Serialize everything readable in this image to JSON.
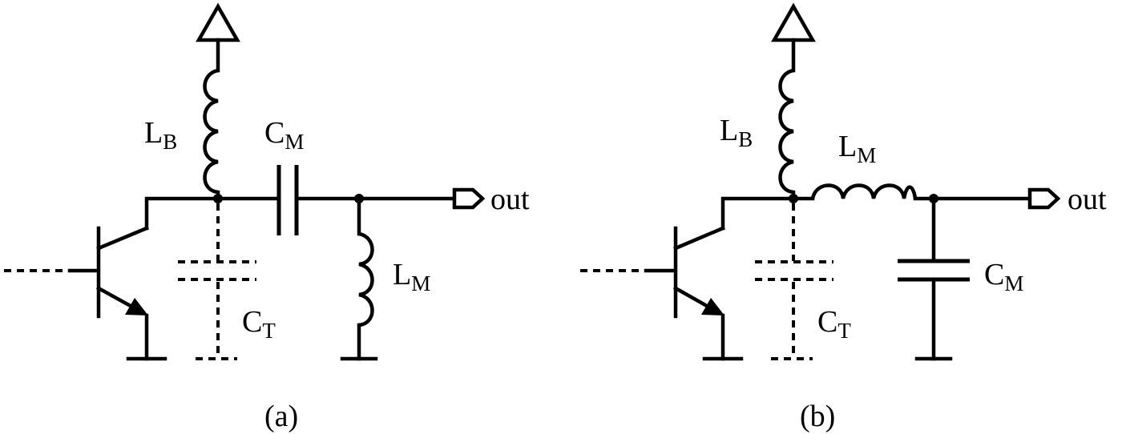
{
  "panel_a": {
    "caption": "(a)",
    "labels": {
      "lb": {
        "main": "L",
        "sub": "B"
      },
      "cm": {
        "main": "C",
        "sub": "M"
      },
      "lm": {
        "main": "L",
        "sub": "M"
      },
      "ct": {
        "main": "C",
        "sub": "T"
      },
      "out": "out"
    }
  },
  "panel_b": {
    "caption": "(b)",
    "labels": {
      "lb": {
        "main": "L",
        "sub": "B"
      },
      "lm": {
        "main": "L",
        "sub": "M"
      },
      "cm": {
        "main": "C",
        "sub": "M"
      },
      "ct": {
        "main": "C",
        "sub": "T"
      },
      "out": "out"
    }
  },
  "colors": {
    "stroke": "#000000",
    "background": "#ffffff"
  }
}
